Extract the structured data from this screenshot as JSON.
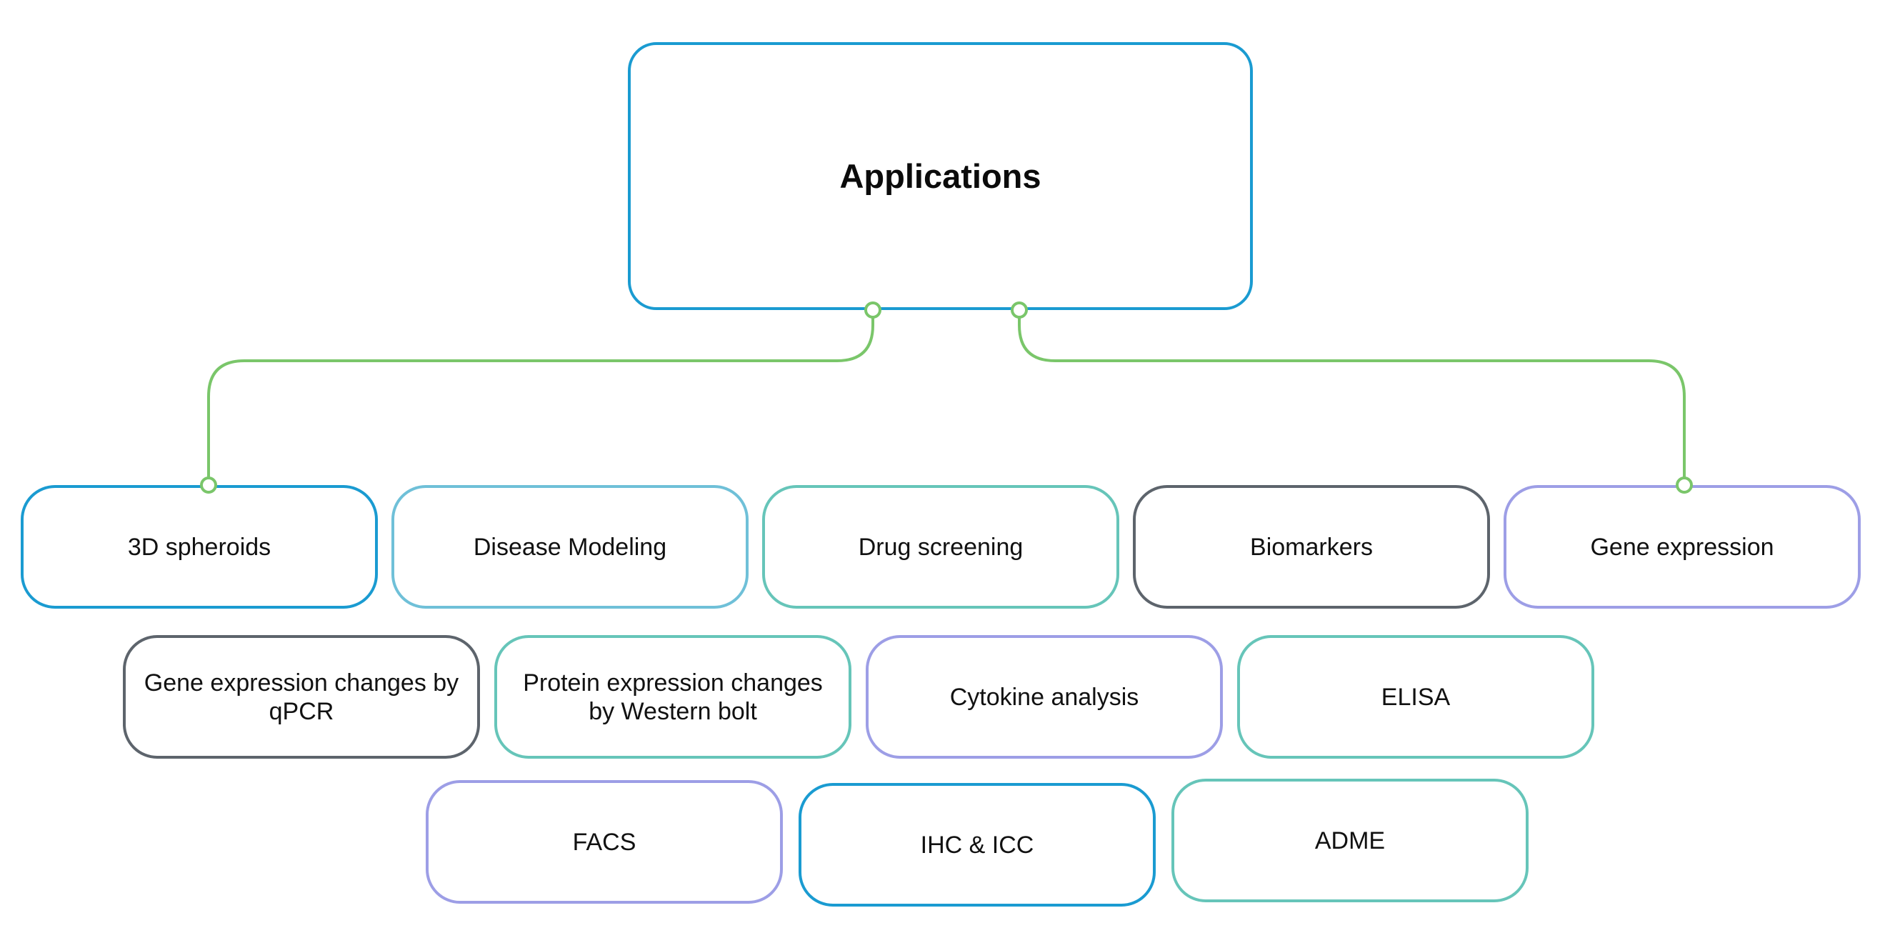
{
  "colors": {
    "connector": "#7ac66a",
    "blue": "#1a9bd1",
    "sky": "#6fc0d8",
    "teal": "#66c5b9",
    "slate": "#5d646c",
    "violet": "#9d9ee6"
  },
  "root": {
    "label": "Applications",
    "color": "blue"
  },
  "row1": [
    {
      "label": "3D spheroids",
      "color": "blue"
    },
    {
      "label": "Disease Modeling",
      "color": "sky"
    },
    {
      "label": "Drug screening",
      "color": "teal"
    },
    {
      "label": "Biomarkers",
      "color": "slate"
    },
    {
      "label": "Gene expression",
      "color": "violet"
    }
  ],
  "row2": [
    {
      "label": "Gene expression changes by qPCR",
      "color": "slate"
    },
    {
      "label": "Protein expression changes by Western bolt",
      "color": "teal"
    },
    {
      "label": "Cytokine analysis",
      "color": "violet"
    },
    {
      "label": "ELISA",
      "color": "teal"
    }
  ],
  "row3": [
    {
      "label": "FACS",
      "color": "violet"
    },
    {
      "label": "IHC & ICC",
      "color": "blue"
    },
    {
      "label": "ADME",
      "color": "teal"
    }
  ]
}
